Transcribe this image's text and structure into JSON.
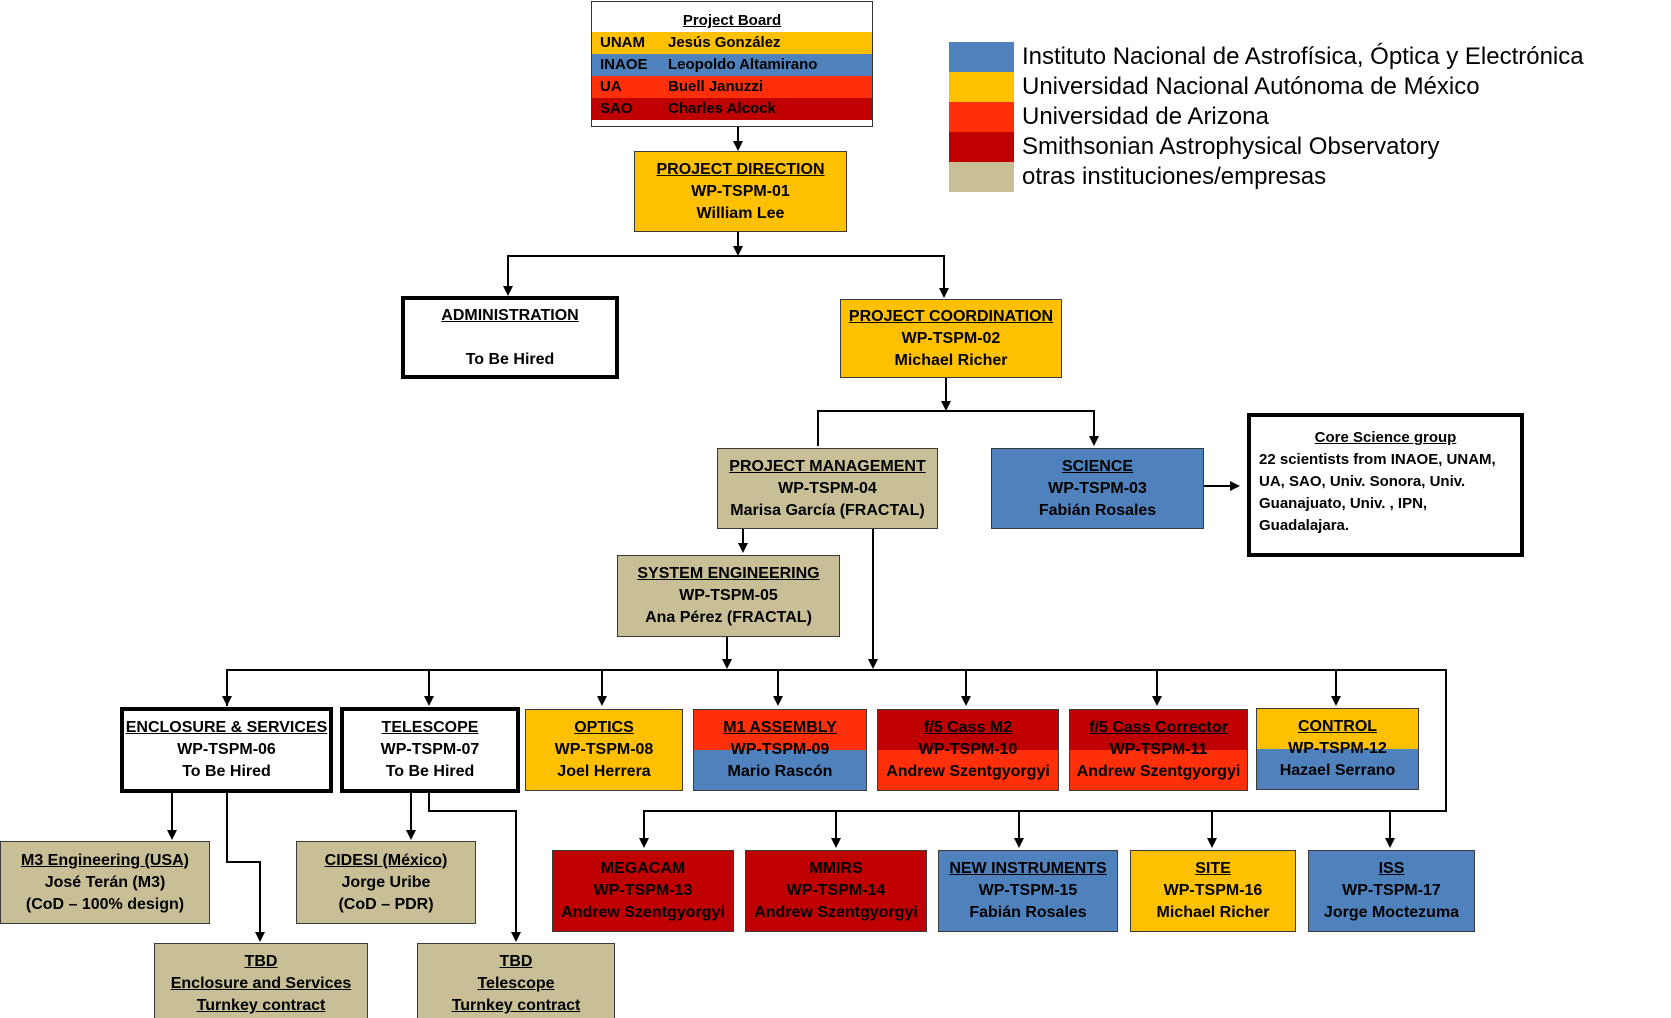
{
  "board": {
    "title": "Project Board",
    "members": [
      {
        "inst": "UNAM",
        "name": "Jesús González",
        "color": "#ffc000"
      },
      {
        "inst": "INAOE",
        "name": "Leopoldo Altamirano",
        "color": "#4f81bd"
      },
      {
        "inst": "UA",
        "name": "Buell Januzzi",
        "color": "#ff2f0a"
      },
      {
        "inst": "SAO",
        "name": "Charles Alcock",
        "color": "#c00000"
      }
    ]
  },
  "legend": [
    {
      "color": "#4f81bd",
      "label": "Instituto Nacional de Astrofísica, Óptica y Electrónica"
    },
    {
      "color": "#ffc000",
      "label": "Universidad Nacional Autónoma de México"
    },
    {
      "color": "#ff2f0a",
      "label": "Universidad de Arizona"
    },
    {
      "color": "#c00000",
      "label": "Smithsonian Astrophysical Observatory"
    },
    {
      "color": "#c9bf97",
      "label": "otras instituciones/empresas"
    }
  ],
  "nodes": {
    "direction": {
      "title": "PROJECT DIRECTION",
      "code": "WP-TSPM-01",
      "person": "William Lee"
    },
    "administration": {
      "title": "ADMINISTRATION",
      "person": "To Be Hired"
    },
    "coordination": {
      "title": "PROJECT COORDINATION",
      "code": "WP-TSPM-02",
      "person": "Michael Richer"
    },
    "management": {
      "title": "PROJECT MANAGEMENT",
      "code": "WP-TSPM-04",
      "person": "Marisa García (FRACTAL)"
    },
    "science": {
      "title": "SCIENCE",
      "code": "WP-TSPM-03",
      "person": "Fabián Rosales"
    },
    "core_science": {
      "title": "Core Science group",
      "body": "22 scientists from INAOE, UNAM, UA, SAO, Univ. Sonora, Univ. Guanajuato, Univ. , IPN, Guadalajara."
    },
    "system_eng": {
      "title": "SYSTEM ENGINEERING",
      "code": "WP-TSPM-05",
      "person": "Ana Pérez (FRACTAL)"
    },
    "enclosure": {
      "title": "ENCLOSURE & SERVICES",
      "code": "WP-TSPM-06",
      "person": "To Be Hired"
    },
    "telescope": {
      "title": "TELESCOPE",
      "code": "WP-TSPM-07",
      "person": "To Be Hired"
    },
    "optics": {
      "title": "OPTICS",
      "code": "WP-TSPM-08",
      "person": "Joel Herrera"
    },
    "m1": {
      "title": "M1 ASSEMBLY",
      "code": "WP-TSPM-09",
      "person": "Mario Rascón"
    },
    "m2": {
      "title": "f/5 Cass M2",
      "code": "WP-TSPM-10",
      "person": "Andrew Szentgyorgyi"
    },
    "corrector": {
      "title": "f/5 Cass Corrector",
      "code": "WP-TSPM-11",
      "person": "Andrew Szentgyorgyi"
    },
    "control": {
      "title": "CONTROL",
      "code": "WP-TSPM-12",
      "person": "Hazael Serrano"
    },
    "megacam": {
      "title": "MEGACAM",
      "code": "WP-TSPM-13",
      "person": "Andrew Szentgyorgyi"
    },
    "mmirs": {
      "title": "MMIRS",
      "code": "WP-TSPM-14",
      "person": "Andrew Szentgyorgyi"
    },
    "new_instr": {
      "title": "NEW INSTRUMENTS",
      "code": "WP-TSPM-15",
      "person": "Fabián Rosales"
    },
    "site": {
      "title": "SITE",
      "code": "WP-TSPM-16",
      "person": "Michael Richer"
    },
    "iss": {
      "title": "ISS",
      "code": "WP-TSPM-17",
      "person": "Jorge Moctezuma"
    },
    "m3eng": {
      "title": "M3 Engineering (USA)",
      "line2": "José Terán (M3)",
      "line3": "(CoD – 100% design)"
    },
    "cidesi": {
      "title": "CIDESI (México)",
      "line2": "Jorge Uribe",
      "line3": "(CoD – PDR)"
    },
    "tbd_enc": {
      "title": "TBD",
      "line2": "Enclosure and Services",
      "line3": "Turnkey contract"
    },
    "tbd_tel": {
      "title": "TBD",
      "line2": "Telescope",
      "line3": "Turnkey contract"
    }
  }
}
